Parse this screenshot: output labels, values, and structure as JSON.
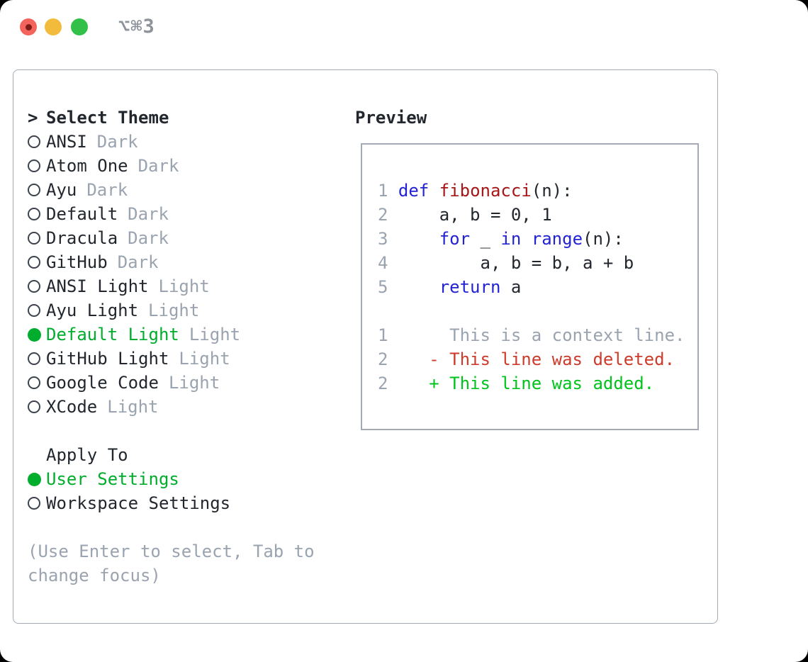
{
  "window": {
    "title": "⌥⌘3"
  },
  "theme_list": {
    "prompt": ">",
    "heading": "Select Theme",
    "items": [
      {
        "label": "ANSI",
        "variant": "Dark",
        "selected": false
      },
      {
        "label": "Atom One",
        "variant": "Dark",
        "selected": false
      },
      {
        "label": "Ayu",
        "variant": "Dark",
        "selected": false
      },
      {
        "label": "Default",
        "variant": "Dark",
        "selected": false
      },
      {
        "label": "Dracula",
        "variant": "Dark",
        "selected": false
      },
      {
        "label": "GitHub",
        "variant": "Dark",
        "selected": false
      },
      {
        "label": "ANSI Light",
        "variant": "Light",
        "selected": false
      },
      {
        "label": "Ayu Light",
        "variant": "Light",
        "selected": false
      },
      {
        "label": "Default Light",
        "variant": "Light",
        "selected": true
      },
      {
        "label": "GitHub Light",
        "variant": "Light",
        "selected": false
      },
      {
        "label": "Google Code",
        "variant": "Light",
        "selected": false
      },
      {
        "label": "XCode",
        "variant": "Light",
        "selected": false
      }
    ]
  },
  "apply_to": {
    "heading": "Apply To",
    "options": [
      {
        "label": "User Settings",
        "selected": true
      },
      {
        "label": "Workspace Settings",
        "selected": false
      }
    ]
  },
  "help_text": [
    "(Use Enter to select, Tab to",
    "change focus)"
  ],
  "preview": {
    "heading": "Preview",
    "code_lines": [
      [
        {
          "c": "num",
          "t": "1 "
        },
        {
          "c": "kw",
          "t": "def"
        },
        {
          "c": "pl",
          "t": " "
        },
        {
          "c": "fn",
          "t": "fibonacci"
        },
        {
          "c": "pl",
          "t": "(n):"
        }
      ],
      [
        {
          "c": "num",
          "t": "2 "
        },
        {
          "c": "pl",
          "t": "    a, b = 0, 1"
        }
      ],
      [
        {
          "c": "num",
          "t": "3 "
        },
        {
          "c": "pl",
          "t": "    "
        },
        {
          "c": "kw",
          "t": "for"
        },
        {
          "c": "pl",
          "t": " _ "
        },
        {
          "c": "kw",
          "t": "in"
        },
        {
          "c": "pl",
          "t": " "
        },
        {
          "c": "kw",
          "t": "range"
        },
        {
          "c": "pl",
          "t": "(n):"
        }
      ],
      [
        {
          "c": "num",
          "t": "4 "
        },
        {
          "c": "pl",
          "t": "        a, b = b, a + b"
        }
      ],
      [
        {
          "c": "num",
          "t": "5 "
        },
        {
          "c": "pl",
          "t": "    "
        },
        {
          "c": "kw",
          "t": "return"
        },
        {
          "c": "pl",
          "t": " a"
        }
      ]
    ],
    "diff_lines": [
      [
        {
          "c": "num",
          "t": "1"
        },
        {
          "c": "ctx",
          "t": "      This is a context line."
        }
      ],
      [
        {
          "c": "num",
          "t": "2"
        },
        {
          "c": "pl",
          "t": "    "
        },
        {
          "c": "del",
          "t": "- This line was deleted."
        }
      ],
      [
        {
          "c": "num",
          "t": "2"
        },
        {
          "c": "pl",
          "t": "    "
        },
        {
          "c": "add",
          "t": "+ This line was added."
        }
      ]
    ]
  },
  "colors": {
    "text_dark": "#22272e",
    "muted_gray": "#9aa3b0",
    "border_gray": "#a3aab4",
    "accent_green": "#00ad2c",
    "diff_added_green": "#00c31c",
    "diff_deleted_red": "#cd3b2a",
    "function_red": "#a61616",
    "keyword_blue": "#2323d4",
    "radio_ring": "#3d444d",
    "traffic_red": "#f4635c",
    "traffic_red_dot": "#7e1c18",
    "traffic_yellow": "#f3bb3c",
    "traffic_green": "#33c048",
    "title_gray": "#8d939b"
  }
}
